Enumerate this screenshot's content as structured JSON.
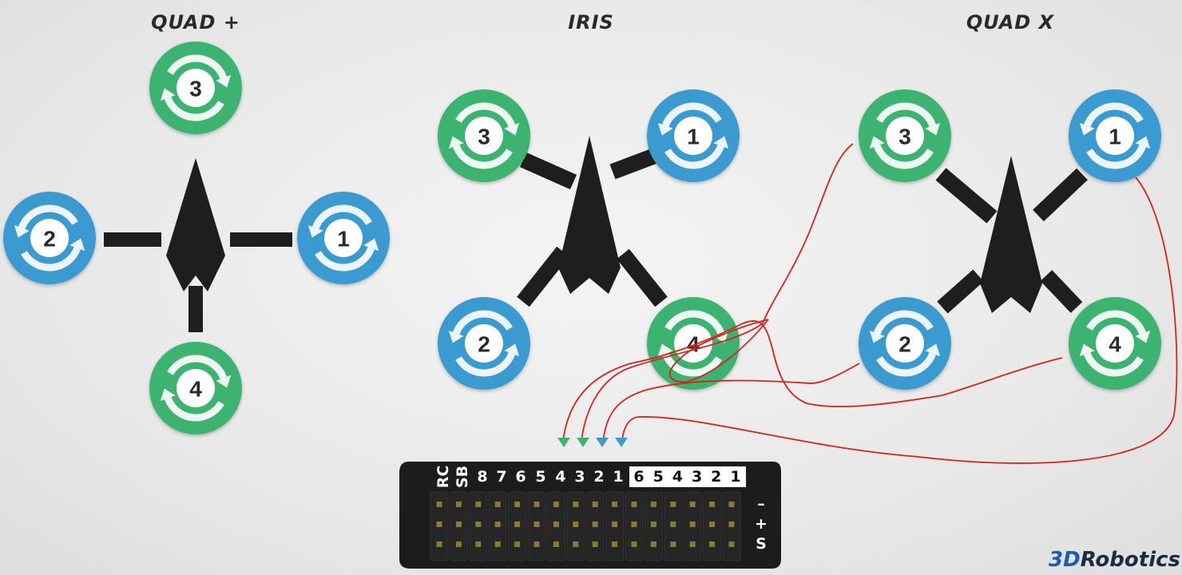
{
  "configs": [
    {
      "title": "QUAD +",
      "motors": [
        {
          "label": "3",
          "color": "green",
          "dir": "cw"
        },
        {
          "label": "2",
          "color": "blue",
          "dir": "ccw"
        },
        {
          "label": "1",
          "color": "blue",
          "dir": "ccw"
        },
        {
          "label": "4",
          "color": "green",
          "dir": "cw"
        }
      ]
    },
    {
      "title": "IRIS",
      "motors": [
        {
          "label": "3",
          "color": "green",
          "dir": "cw"
        },
        {
          "label": "1",
          "color": "blue",
          "dir": "ccw"
        },
        {
          "label": "2",
          "color": "blue",
          "dir": "ccw"
        },
        {
          "label": "4",
          "color": "green",
          "dir": "cw"
        }
      ]
    },
    {
      "title": "QUAD X",
      "motors": [
        {
          "label": "3",
          "color": "green",
          "dir": "cw"
        },
        {
          "label": "1",
          "color": "blue",
          "dir": "ccw"
        },
        {
          "label": "2",
          "color": "blue",
          "dir": "ccw"
        },
        {
          "label": "4",
          "color": "green",
          "dir": "cw"
        }
      ]
    }
  ],
  "colors": {
    "green": "#3cb371",
    "blue": "#3a9bd0",
    "frame": "#1e1e1e",
    "wire": "#d8231d",
    "board": "#1c1c1c"
  },
  "board": {
    "main_labels": [
      "RC",
      "SB",
      "8",
      "7",
      "6",
      "5",
      "4",
      "3",
      "2",
      "1"
    ],
    "aux_labels": [
      "6",
      "5",
      "4",
      "3",
      "2",
      "1"
    ],
    "pin_row_labels": [
      "–",
      "+",
      "S"
    ]
  },
  "connector_markers": [
    "green",
    "green",
    "blue",
    "blue"
  ],
  "logo": {
    "mark": "3D",
    "text": "Robotics"
  }
}
